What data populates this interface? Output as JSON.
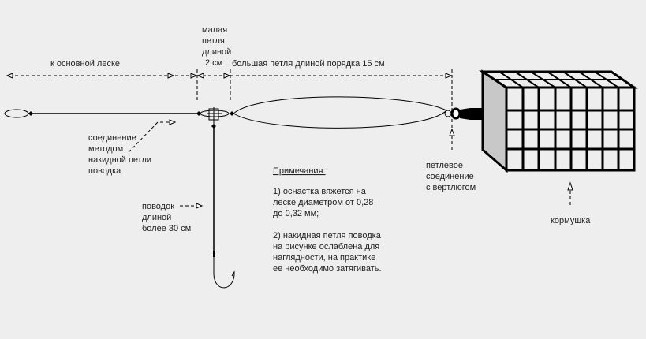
{
  "labels": {
    "to_main_line": "к основной леске",
    "small_loop": [
      "малая",
      "петля",
      "длиной",
      "2 см"
    ],
    "big_loop": "большая петля длиной порядка 15 см",
    "connection": [
      "соединение",
      "методом",
      "накидной петли",
      "поводка"
    ],
    "leader": [
      "поводок",
      "длиной",
      "более 30 см"
    ],
    "loop_connection": [
      "петлевое",
      "соединение",
      "с вертлюгом"
    ],
    "feeder": "кормушка"
  },
  "notes": {
    "title": "Примечания:",
    "note1": [
      "1) оснастка вяжется на",
      "леске диаметром от 0,28",
      "до 0,32 мм;"
    ],
    "note2": [
      "2) накидная петля поводка",
      "на рисунке ослаблена для",
      "наглядности, на практике",
      "ее необходимо затягивать."
    ]
  }
}
